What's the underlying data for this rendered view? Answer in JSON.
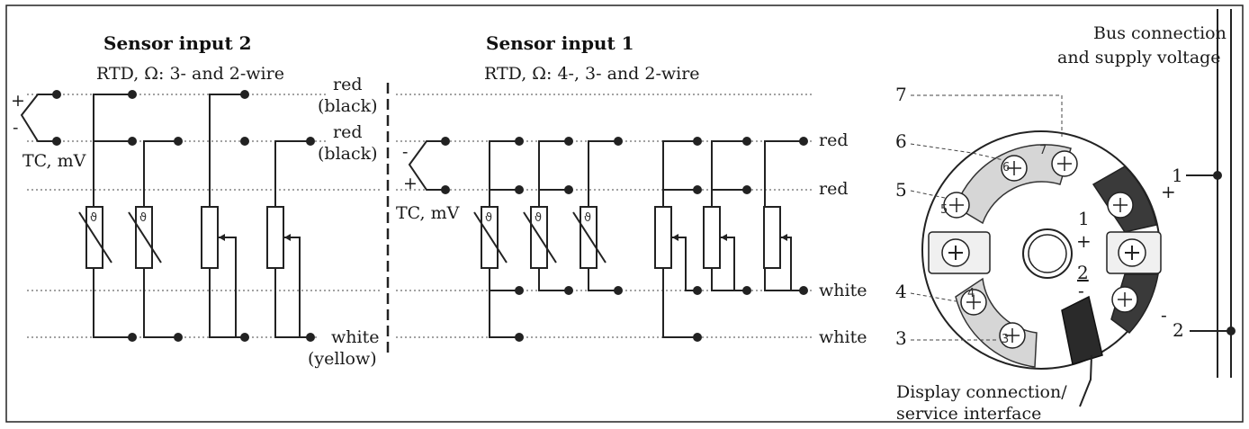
{
  "sensor2": {
    "title": "Sensor input 2",
    "subtitle": "RTD, Ω: 3- and 2-wire",
    "tc_label": "TC, mV",
    "plus": "+",
    "minus": "-",
    "wire_labels": [
      "red",
      "(black)",
      "red",
      "(black)",
      "white",
      "(yellow)"
    ]
  },
  "sensor1": {
    "title": "Sensor input 1",
    "subtitle": "RTD, Ω: 4-, 3- and 2-wire",
    "tc_label": "TC, mV",
    "plus": "+",
    "minus": "-",
    "wire_labels": [
      "red",
      "red",
      "white",
      "white"
    ]
  },
  "terminal": {
    "bus_label_1": "Bus connection",
    "bus_label_2": "and supply voltage",
    "callouts": [
      "7",
      "6",
      "5",
      "4",
      "3",
      "1",
      "2"
    ],
    "inner_labels": [
      "1",
      "+",
      "2",
      "-",
      "+",
      "-"
    ],
    "terminal_numbers": [
      "7",
      "6",
      "5",
      "4",
      "3"
    ],
    "display_label_1": "Display connection/",
    "display_label_2": "service interface"
  },
  "theta_symbol": "ϑ"
}
